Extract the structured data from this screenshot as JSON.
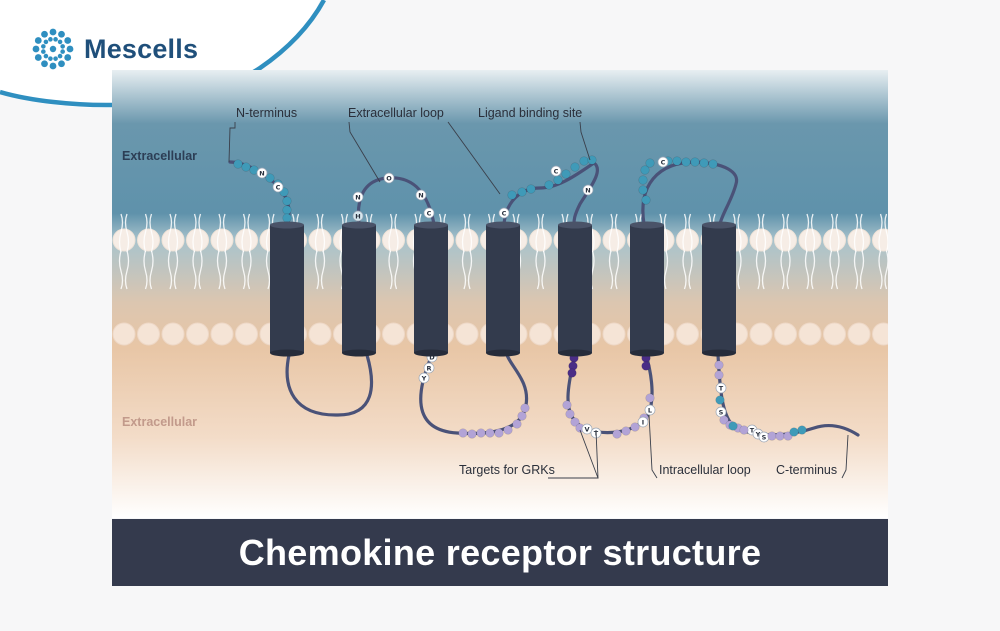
{
  "brand": {
    "name": "Mescells"
  },
  "colors": {
    "swoosh": "#2f8fc0",
    "banner": "#343a4d",
    "helix": "#333b4d",
    "loop": "#4a5278",
    "bead_teal": "#3f9ab8",
    "bead_lilac": "#b2a3d6",
    "bead_purple": "#4a2d86"
  },
  "regions": {
    "top": "Extracellular",
    "bottom": "Extracellular"
  },
  "callouts": {
    "n_terminus": "N-terminus",
    "extracellular_loop": "Extracellular loop",
    "ligand_binding_site": "Ligand binding site",
    "grk_targets": "Targets for GRKs",
    "intracellular_loop": "Intracellular loop",
    "c_terminus": "C-terminus"
  },
  "residues": {
    "nterm": [
      "N",
      "C"
    ],
    "ecl1": [
      "N",
      "H",
      "O",
      "N",
      "C"
    ],
    "ecl2": [
      "C",
      "C",
      "N"
    ],
    "ecl3": [
      "C"
    ],
    "icl2": [
      "D",
      "R",
      "Y"
    ],
    "icl3": [
      "V",
      "T",
      "I",
      "L"
    ],
    "cterm": [
      "T",
      "S",
      "T",
      "Y",
      "S"
    ]
  },
  "title": "Chemokine receptor structure"
}
